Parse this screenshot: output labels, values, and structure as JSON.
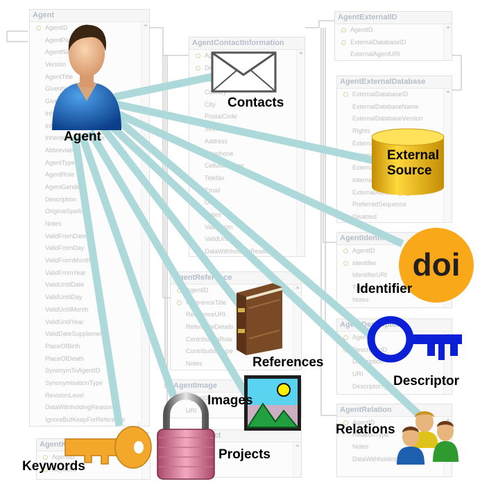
{
  "background_tables": [
    {
      "name": "Agent",
      "rows": [
        {
          "text": "AgentID",
          "key": true
        },
        {
          "text": "AgentParentID"
        },
        {
          "text": "AgentName"
        },
        {
          "text": "Version"
        },
        {
          "text": "AgentTitle"
        },
        {
          "text": "GivenName"
        },
        {
          "text": "GivenNamePostfix"
        },
        {
          "text": "InheritedNamePrefix"
        },
        {
          "text": "InheritedName"
        },
        {
          "text": "InheritedNamePostfix"
        },
        {
          "text": "Abbreviation"
        },
        {
          "text": "AgentType"
        },
        {
          "text": "AgentRole"
        },
        {
          "text": "AgentGender"
        },
        {
          "text": "Description"
        },
        {
          "text": "OriginalSpelling"
        },
        {
          "text": "Notes"
        },
        {
          "text": "ValidFromDate"
        },
        {
          "text": "ValidFromDay"
        },
        {
          "text": "ValidFromMonth"
        },
        {
          "text": "ValidFromYear"
        },
        {
          "text": "ValidUntilDate"
        },
        {
          "text": "ValidUntilDay"
        },
        {
          "text": "ValidUntilMonth"
        },
        {
          "text": "ValidUntilYear"
        },
        {
          "text": "ValidDateSupplement"
        },
        {
          "text": "PlaceOfBirth"
        },
        {
          "text": "PlaceOfDeath"
        },
        {
          "text": "SynonymToAgentID"
        },
        {
          "text": "SynonymisationType"
        },
        {
          "text": "RevisionLevel"
        },
        {
          "text": "DataWithholdingReason"
        },
        {
          "text": "IgnoreButKeepForReference"
        }
      ]
    },
    {
      "name": "AgentContactInformation",
      "rows": [
        {
          "text": "AgentID",
          "key": true
        },
        {
          "text": "DisplayOrder",
          "key": true
        },
        {
          "text": "AddressType"
        },
        {
          "text": "Country"
        },
        {
          "text": "City"
        },
        {
          "text": "PostalCode"
        },
        {
          "text": "Street"
        },
        {
          "text": "Address"
        },
        {
          "text": "Telephone"
        },
        {
          "text": "CellularPhone"
        },
        {
          "text": "Telefax"
        },
        {
          "text": "Email"
        },
        {
          "text": "URI"
        },
        {
          "text": "Notes"
        },
        {
          "text": "ValidFrom"
        },
        {
          "text": "ValidUntil"
        },
        {
          "text": "DataWithholdingReason"
        }
      ]
    },
    {
      "name": "AgentExternalID",
      "rows": [
        {
          "text": "AgentID",
          "key": true
        },
        {
          "text": "ExternalDatabaseID",
          "key": true
        },
        {
          "text": "ExternalAgentURI"
        }
      ]
    },
    {
      "name": "AgentExternalDatabase",
      "rows": [
        {
          "text": "ExternalDatabaseID",
          "key": true
        },
        {
          "text": "ExternalDatabaseName"
        },
        {
          "text": "ExternalDatabaseVersion"
        },
        {
          "text": "Rights"
        },
        {
          "text": "ExternalDatabaseAuthors"
        },
        {
          "text": "ExternalDatabaseURI"
        },
        {
          "text": "ExternalDatabaseInstitution"
        },
        {
          "text": "InternalNotes"
        },
        {
          "text": "ExternalAttribute_AgentID"
        },
        {
          "text": "PreferredSequence"
        },
        {
          "text": "Disabled"
        }
      ]
    },
    {
      "name": "AgentIdentifier",
      "rows": [
        {
          "text": "AgentID",
          "key": true
        },
        {
          "text": "Identifier",
          "key": true
        },
        {
          "text": "IdentifierURI"
        },
        {
          "text": "Type"
        },
        {
          "text": "Notes"
        }
      ]
    },
    {
      "name": "AgentDescriptor",
      "rows": [
        {
          "text": "AgentID",
          "key": true
        },
        {
          "text": "DescriptorID",
          "key": true
        },
        {
          "text": "Description"
        },
        {
          "text": "URI"
        },
        {
          "text": "DescriptorType"
        }
      ]
    },
    {
      "name": "AgentReference",
      "rows": [
        {
          "text": "AgentID",
          "key": true
        },
        {
          "text": "ReferenceTitle",
          "key": true
        },
        {
          "text": "ReferenceURI"
        },
        {
          "text": "ReferenceDetails"
        },
        {
          "text": "ContributionRole"
        },
        {
          "text": "ContributionType"
        },
        {
          "text": "Notes"
        }
      ]
    },
    {
      "name": "AgentImage",
      "rows": [
        {
          "text": "AgentID",
          "key": true
        },
        {
          "text": "URI"
        }
      ]
    },
    {
      "name": "AgentProject",
      "rows": [
        {
          "text": "AgentID",
          "key": true
        },
        {
          "text": "ProjectID",
          "key": true
        }
      ]
    },
    {
      "name": "AgentRelation",
      "rows": [
        {
          "text": "AgentID",
          "key": true
        },
        {
          "text": "RelationType"
        },
        {
          "text": "Notes"
        },
        {
          "text": "DataWithholdingReason"
        }
      ]
    },
    {
      "name": "AgentKeyword",
      "rows": [
        {
          "text": "AgentID",
          "key": true
        },
        {
          "text": "Keyword",
          "key": true
        }
      ]
    }
  ],
  "labels": {
    "agent": "Agent",
    "contacts": "Contacts",
    "external_source": [
      "External",
      "Source"
    ],
    "identifier": "Identifier",
    "descriptor": "Descriptor",
    "references": "References",
    "images": "Images",
    "relations": "Relations",
    "projects": "Projects",
    "keywords": "Keywords"
  },
  "icons": {
    "agent": "person-icon",
    "contacts": "envelope-icon",
    "external_source": "database-cylinder-icon",
    "identifier": "doi-icon",
    "doi_text": "doi",
    "descriptor": "key-icon",
    "references": "book-icon",
    "images": "picture-icon",
    "relations": "people-icon",
    "projects": "padlock-icon",
    "keywords": "key-icon"
  },
  "colors": {
    "connector": "#aed9db",
    "label_text": "#000000",
    "doi_orange": "#f9a81a",
    "doi_text": "#231f20",
    "descriptor_key": "#0a1fd6",
    "keyword_key": "#f3a82c",
    "database_fill": "#f5c016",
    "person_shirt": "#1a64b5",
    "padlock_body": "#d9839f",
    "book_cover": "#7a4a26",
    "table_title": "#7a8aa0"
  }
}
